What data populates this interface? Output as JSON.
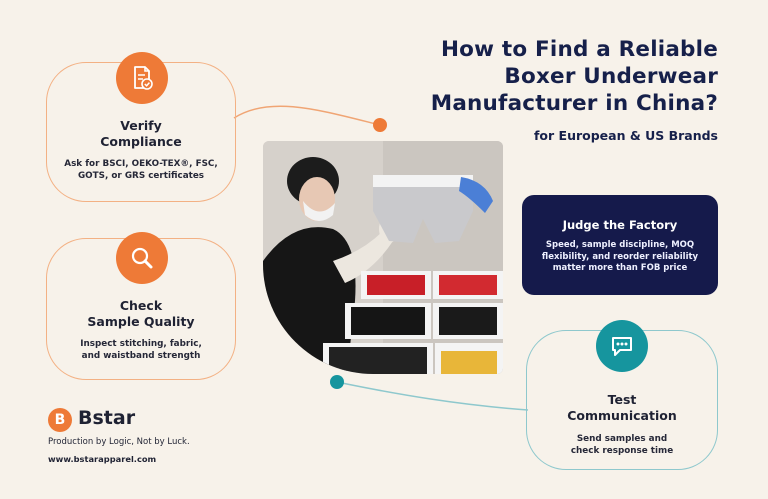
{
  "headline": {
    "lines": [
      "How to Find a Reliable",
      "Boxer Underwear",
      "Manufacturer in China?"
    ],
    "subtitle": "for European & US Brands"
  },
  "cards": {
    "compliance": {
      "icon": "document-check-icon",
      "title_line1": "Verify",
      "title_line2": "Compliance",
      "desc_line1": "Ask for BSCI, OEKO-TEX®, FSC,",
      "desc_line2": "GOTS, or GRS certificates"
    },
    "sample": {
      "icon": "magnifier-icon",
      "title_line1": "Check",
      "title_line2": "Sample Quality",
      "desc_line1": "Inspect stitching, fabric,",
      "desc_line2": "and waistband strength"
    },
    "factory": {
      "title": "Judge the Factory",
      "desc_line1": "Speed, sample discipline, MOQ",
      "desc_line2": "flexibility, and reorder reliability",
      "desc_line3": "matter more than FOB price"
    },
    "communication": {
      "icon": "chat-bubble-icon",
      "title_line1": "Test",
      "title_line2": "Communication",
      "desc_line1": "Send samples and",
      "desc_line2": "check response time"
    }
  },
  "brand": {
    "logo_letter": "B",
    "name": "Bstar",
    "tagline": "Production by Logic, Not by Luck.",
    "website": "www.bstarapparel.com"
  },
  "colors": {
    "navy": "#16204a",
    "orange": "#ee7a37",
    "teal": "#16959e",
    "background": "#f7f2ea",
    "dark_card": "#151a4b"
  }
}
